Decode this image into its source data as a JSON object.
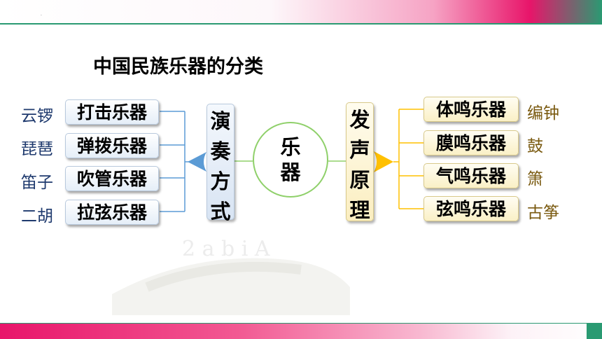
{
  "title": "中国民族乐器的分类",
  "center": {
    "line1": "乐",
    "line2": "器"
  },
  "left_group": {
    "label_chars": [
      "演",
      "奏",
      "方",
      "式"
    ],
    "items": [
      {
        "category": "打击乐器",
        "example": "云锣"
      },
      {
        "category": "弹拨乐器",
        "example": "琵琶"
      },
      {
        "category": "吹管乐器",
        "example": "笛子"
      },
      {
        "category": "拉弦乐器",
        "example": "二胡"
      }
    ]
  },
  "right_group": {
    "label_chars": [
      "发",
      "声",
      "原",
      "理"
    ],
    "items": [
      {
        "category": "体鸣乐器",
        "example": "编钟"
      },
      {
        "category": "膜鸣乐器",
        "example": "鼓"
      },
      {
        "category": "气鸣乐器",
        "example": "箫"
      },
      {
        "category": "弦鸣乐器",
        "example": "古筝"
      }
    ]
  },
  "colors": {
    "left_connector": "#5b9bd5",
    "right_connector": "#ffc000",
    "circle_border": "#8fd06a",
    "accent_pink": "#e8156a",
    "accent_green": "#2a9a72"
  }
}
